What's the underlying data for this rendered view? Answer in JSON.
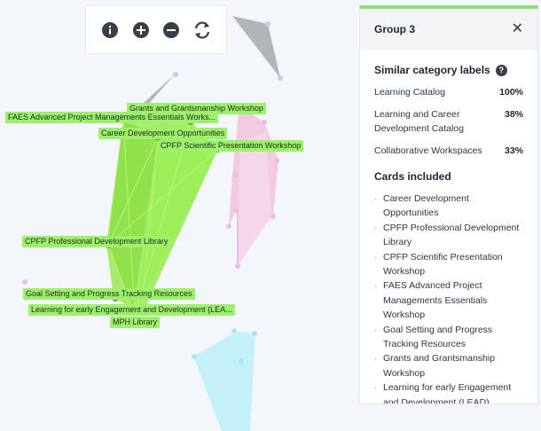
{
  "graph": {
    "labels": [
      {
        "name": "label-grants",
        "text": "Grants and Grantsmanship Workshop"
      },
      {
        "name": "label-faes",
        "text": "FAES Advanced Project Managements Essentials Works..."
      },
      {
        "name": "label-career",
        "text": "Career Development Opportunities"
      },
      {
        "name": "label-cpfp-sci",
        "text": "CPFP Scientific Presentation Workshop"
      },
      {
        "name": "label-cpfp-lib",
        "text": "CPFP Professional Development Library"
      },
      {
        "name": "label-goal",
        "text": "Goal Setting and Progress Tracking Resources"
      },
      {
        "name": "label-lead",
        "text": "Learning for early Engagement and Development (LEA..."
      },
      {
        "name": "label-mph",
        "text": "MPH Library"
      }
    ]
  },
  "panel": {
    "title": "Group 3",
    "similar_title": "Similar category labels",
    "similar": [
      {
        "label": "Learning Catalog",
        "value": "100%"
      },
      {
        "label": "Learning and Career Development Catalog",
        "value": "38%"
      },
      {
        "label": "Collaborative Workspaces",
        "value": "33%"
      }
    ],
    "cards_title": "Cards included",
    "cards": [
      "Career Development Opportunities",
      "CPFP Professional Development Library",
      "CPFP Scientific Presentation Workshop",
      "FAES Advanced Project Managements Essentials Workshop",
      "Goal Setting and Progress Tracking Resources",
      "Grants and Grantsmanship Workshop",
      "Learning for early Engagement and Development (LEAD)"
    ]
  },
  "colors": {
    "accent_green": "#8fe071",
    "cluster_green": "#8ee63f",
    "cluster_pink": "#f3c6df",
    "cluster_cyan": "#bff0f8",
    "cluster_gray": "#a5a9ab"
  },
  "icons": [
    "info-icon",
    "zoom-in-icon",
    "zoom-out-icon",
    "reset-icon",
    "close-icon",
    "help-icon"
  ]
}
